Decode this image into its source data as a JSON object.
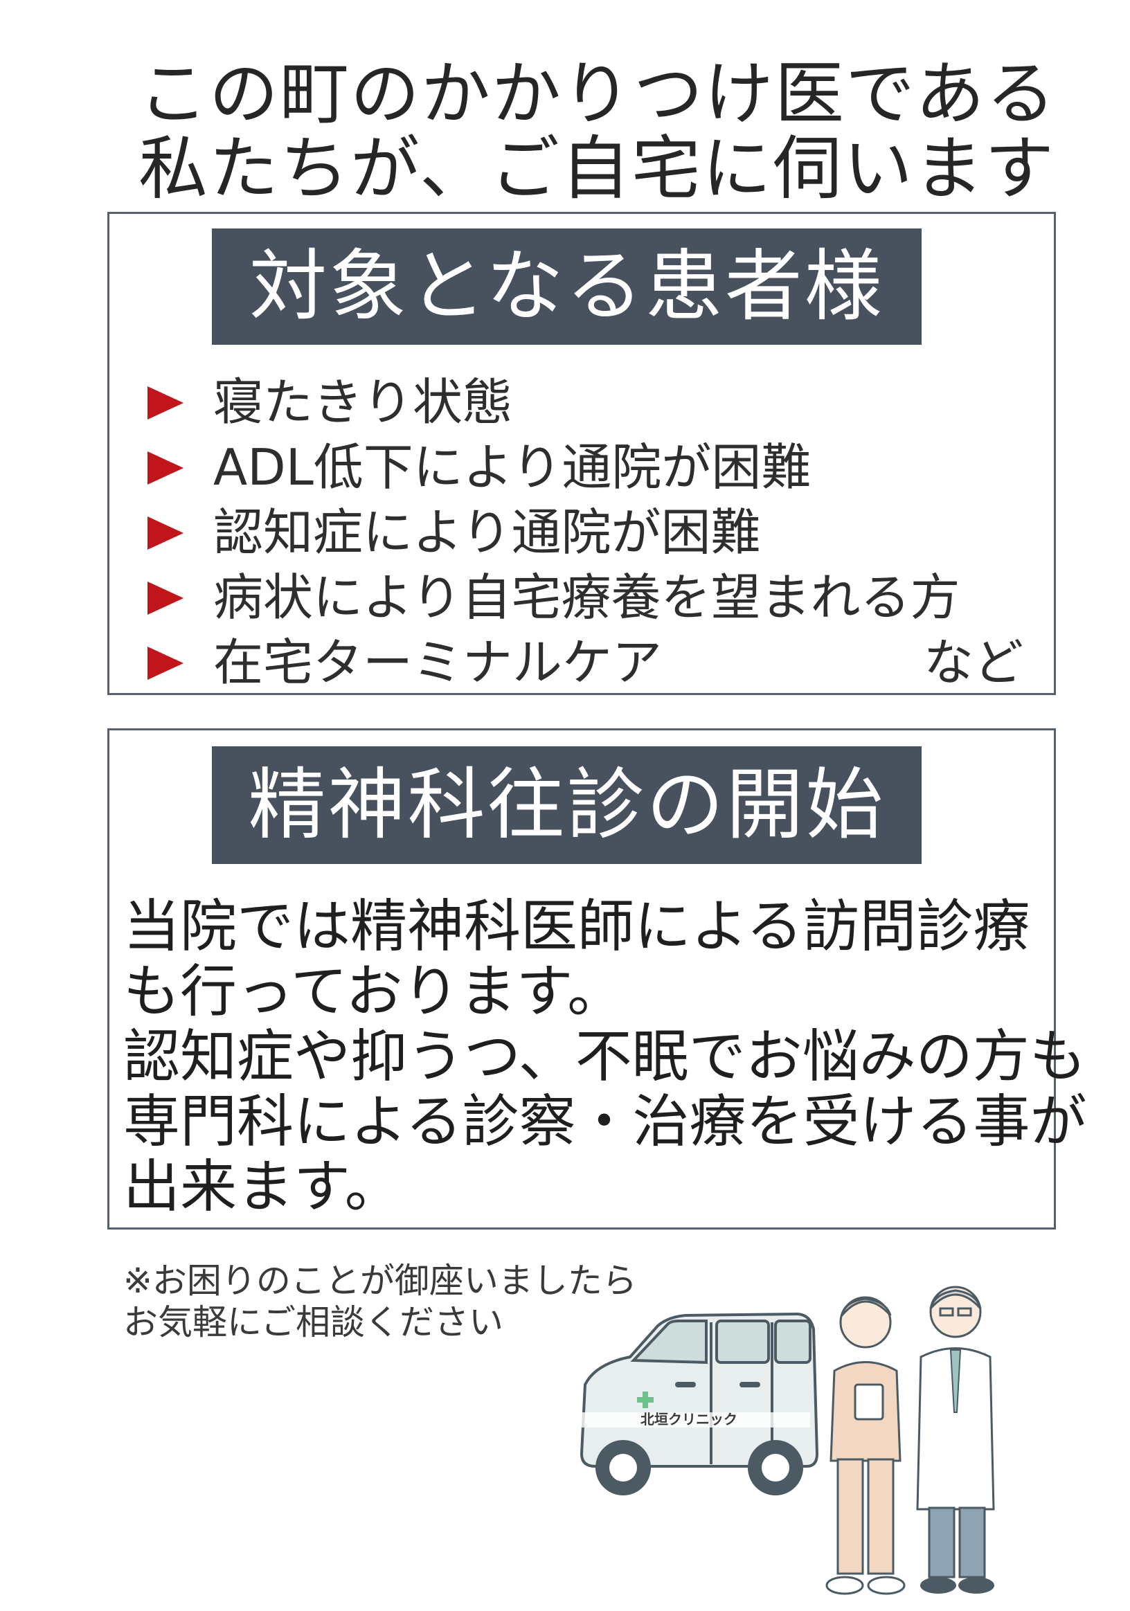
{
  "headline": {
    "line1": "この町のかかりつけ医である",
    "line2": "私たちが、ご自宅に伺います"
  },
  "patients": {
    "heading": "対象となる患者様",
    "items": [
      {
        "text": "寝たきり状態",
        "suffix": ""
      },
      {
        "text": "ADL低下により通院が困難",
        "suffix": ""
      },
      {
        "text": "認知症により通院が困難",
        "suffix": ""
      },
      {
        "text": "病状により自宅療養を望まれる方",
        "suffix": ""
      },
      {
        "text": "在宅ターミナルケア",
        "suffix": "など"
      }
    ],
    "bullet_color": "#c0161b"
  },
  "psychiatry": {
    "heading": "精神科往診の開始",
    "lines": [
      "当院では精神科医師による訪問診療",
      "も行っております。",
      "認知症や抑うつ、不眠でお悩みの方も",
      "専門科による診察・治療を受ける事が",
      "出来ます。"
    ]
  },
  "note": {
    "line1": "※お困りのことが御座いましたら",
    "line2": "お気軽にご相談ください"
  },
  "illustration": {
    "car_label": "北垣クリニック",
    "colors": {
      "banner": "#47525e",
      "car": "#e8eeee",
      "cross": "#6cc08c"
    }
  }
}
